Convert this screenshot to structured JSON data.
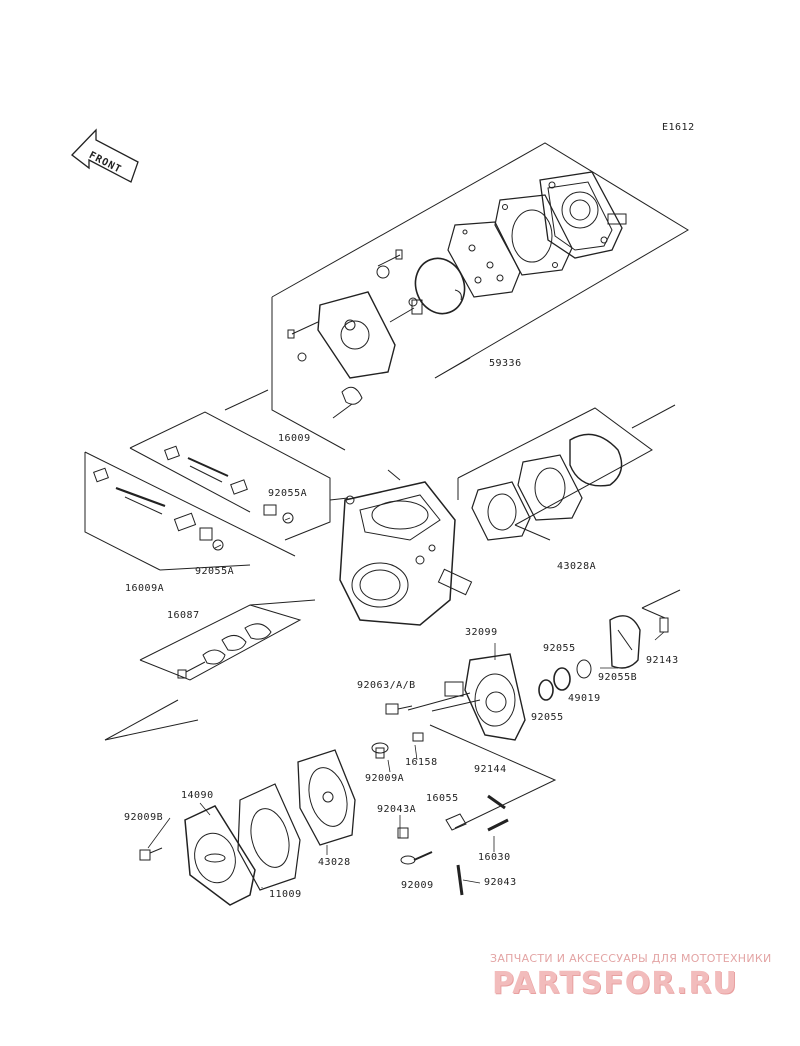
{
  "diagram_code": "E1612",
  "front_label": "FRONT",
  "parts": [
    {
      "id": "p59336",
      "label": "59336"
    },
    {
      "id": "p16009",
      "label": "16009"
    },
    {
      "id": "p92055A_1",
      "label": "92055A"
    },
    {
      "id": "p92055A_2",
      "label": "92055A"
    },
    {
      "id": "p16009A",
      "label": "16009A"
    },
    {
      "id": "p43028A",
      "label": "43028A"
    },
    {
      "id": "p16087",
      "label": "16087"
    },
    {
      "id": "p32099",
      "label": "32099"
    },
    {
      "id": "p92055_1",
      "label": "92055"
    },
    {
      "id": "p92055_2",
      "label": "92055"
    },
    {
      "id": "p49019",
      "label": "49019"
    },
    {
      "id": "p92055B",
      "label": "92055B"
    },
    {
      "id": "p92143",
      "label": "92143"
    },
    {
      "id": "p92063",
      "label": "92063/A/B"
    },
    {
      "id": "p16158",
      "label": "16158"
    },
    {
      "id": "p92009A",
      "label": "92009A"
    },
    {
      "id": "p92144",
      "label": "92144"
    },
    {
      "id": "p14090",
      "label": "14090"
    },
    {
      "id": "p92009B",
      "label": "92009B"
    },
    {
      "id": "p92043A",
      "label": "92043A"
    },
    {
      "id": "p16055",
      "label": "16055"
    },
    {
      "id": "p43028",
      "label": "43028"
    },
    {
      "id": "p16030",
      "label": "16030"
    },
    {
      "id": "p11009",
      "label": "11009"
    },
    {
      "id": "p92009",
      "label": "92009"
    },
    {
      "id": "p92043",
      "label": "92043"
    }
  ],
  "watermark": {
    "tagline": "ЗАПЧАСТИ И АКСЕССУАРЫ ДЛЯ МОТОТЕХНИКИ",
    "logo": "PARTSFOR.RU"
  }
}
